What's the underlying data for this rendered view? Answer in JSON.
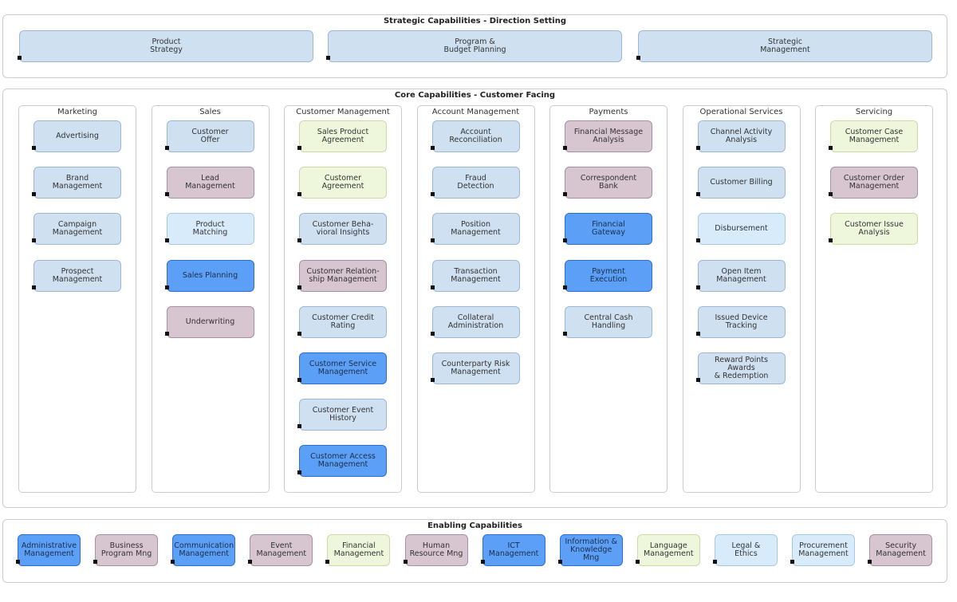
{
  "colors": {
    "lightblue": "#cfe0f1",
    "paleblue": "#d8ebfb",
    "blue": "#5ba0f6",
    "mauve": "#d7c5cf",
    "green": "#eef7dc"
  },
  "strategic": {
    "title": "Strategic Capabilities - Direction Setting",
    "items": [
      {
        "label": "Product\nStrategy",
        "color": "lightblue"
      },
      {
        "label": "Program &\nBudget Planning",
        "color": "lightblue"
      },
      {
        "label": "Strategic\nManagement",
        "color": "lightblue"
      }
    ]
  },
  "core": {
    "title": "Core Capabilities - Customer Facing",
    "columns": [
      {
        "title": "Marketing",
        "items": [
          {
            "label": "Advertising",
            "color": "lightblue"
          },
          {
            "label": "Brand\nManagement",
            "color": "lightblue"
          },
          {
            "label": "Campaign\nManagement",
            "color": "lightblue"
          },
          {
            "label": "Prospect\nManagement",
            "color": "lightblue"
          }
        ]
      },
      {
        "title": "Sales",
        "items": [
          {
            "label": "Customer\nOffer",
            "color": "lightblue"
          },
          {
            "label": "Lead\nManagement",
            "color": "mauve"
          },
          {
            "label": "Product\nMatching",
            "color": "paleblue"
          },
          {
            "label": "Sales Planning",
            "color": "blue"
          },
          {
            "label": "Underwriting",
            "color": "mauve"
          }
        ]
      },
      {
        "title": "Customer Management",
        "items": [
          {
            "label": "Sales Product\nAgreement",
            "color": "green"
          },
          {
            "label": "Customer\nAgreement",
            "color": "green"
          },
          {
            "label": "Customer Beha-\nvioral Insights",
            "color": "lightblue"
          },
          {
            "label": "Customer Relation-\nship Management",
            "color": "mauve"
          },
          {
            "label": "Customer Credit\nRating",
            "color": "lightblue"
          },
          {
            "label": "Customer Service\nManagement",
            "color": "blue"
          },
          {
            "label": "Customer Event\nHistory",
            "color": "lightblue"
          },
          {
            "label": "Customer Access\nManagement",
            "color": "blue"
          }
        ]
      },
      {
        "title": "Account Management",
        "items": [
          {
            "label": "Account\nReconciliation",
            "color": "lightblue"
          },
          {
            "label": "Fraud\nDetection",
            "color": "lightblue"
          },
          {
            "label": "Position\nManagement",
            "color": "lightblue"
          },
          {
            "label": "Transaction\nManagement",
            "color": "lightblue"
          },
          {
            "label": "Collateral\nAdministration",
            "color": "lightblue"
          },
          {
            "label": "Counterparty Risk\nManagement",
            "color": "lightblue"
          }
        ]
      },
      {
        "title": "Payments",
        "items": [
          {
            "label": "Financial Message\nAnalysis",
            "color": "mauve"
          },
          {
            "label": "Correspondent\nBank",
            "color": "mauve"
          },
          {
            "label": "Financial\nGateway",
            "color": "blue"
          },
          {
            "label": "Payment\nExecution",
            "color": "blue"
          },
          {
            "label": "Central Cash\nHandling",
            "color": "lightblue"
          }
        ]
      },
      {
        "title": "Operational Services",
        "items": [
          {
            "label": "Channel Activity\nAnalysis",
            "color": "lightblue"
          },
          {
            "label": "Customer Billing",
            "color": "lightblue"
          },
          {
            "label": "Disbursement",
            "color": "paleblue"
          },
          {
            "label": "Open Item\nManagement",
            "color": "lightblue"
          },
          {
            "label": "Issued Device\nTracking",
            "color": "lightblue"
          },
          {
            "label": "Reward Points Awards\n& Redemption",
            "color": "lightblue"
          }
        ]
      },
      {
        "title": "Servicing",
        "items": [
          {
            "label": "Customer Case\nManagement",
            "color": "green"
          },
          {
            "label": "Customer Order\nManagement",
            "color": "mauve"
          },
          {
            "label": "Customer Issue\nAnalysis",
            "color": "green"
          }
        ]
      }
    ]
  },
  "enabling": {
    "title": "Enabling Capabilities",
    "items": [
      {
        "label": "Administrative\nManagement",
        "color": "blue"
      },
      {
        "label": "Business\nProgram Mng",
        "color": "mauve"
      },
      {
        "label": "Communication\nManagement",
        "color": "blue"
      },
      {
        "label": "Event\nManagement",
        "color": "mauve"
      },
      {
        "label": "Financial\nManagement",
        "color": "green"
      },
      {
        "label": "Human\nResource Mng",
        "color": "mauve"
      },
      {
        "label": "ICT\nManagement",
        "color": "blue"
      },
      {
        "label": "Information &\nKnowledge Mng",
        "color": "blue"
      },
      {
        "label": "Language\nManagement",
        "color": "green"
      },
      {
        "label": "Legal &\nEthics",
        "color": "paleblue"
      },
      {
        "label": "Procurement\nManagement",
        "color": "paleblue"
      },
      {
        "label": "Security\nManagement",
        "color": "mauve"
      }
    ]
  }
}
